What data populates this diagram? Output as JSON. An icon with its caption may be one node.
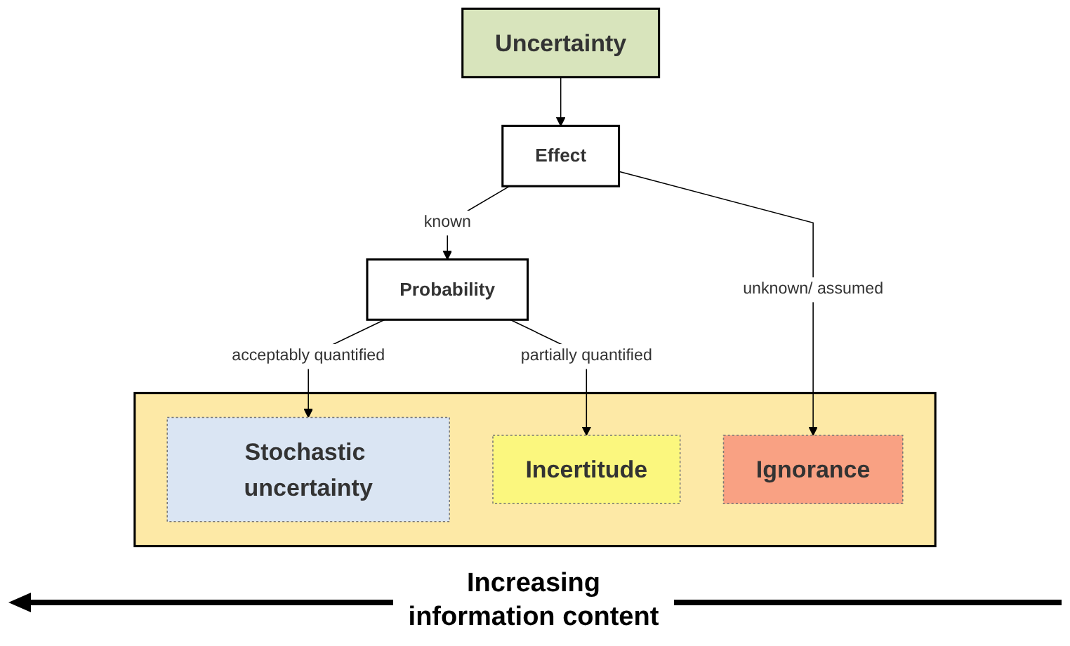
{
  "diagram": {
    "nodes": [
      {
        "text": [
          "Uncertainty"
        ]
      },
      {
        "text": [
          "Effect"
        ]
      },
      {
        "text": [
          "Probability"
        ]
      },
      {
        "text": [],
        "shape": "bar"
      },
      {
        "text": [
          "Stochastic uncertainty"
        ],
        "in": 3
      },
      {
        "text": [
          "Incertitude"
        ],
        "in": 3
      },
      {
        "text": [
          "Ignorance"
        ],
        "in": 3
      }
    ],
    "edges": [
      {
        "from": 0,
        "to": 1,
        "arrow": "to"
      },
      {
        "from": 1,
        "to": 2,
        "arrow": "to",
        "label": "known"
      },
      {
        "from": 1,
        "to": 6,
        "arrow": "to",
        "label": "unknown/ assumed"
      },
      {
        "from": 2,
        "to": 4,
        "arrow": "to",
        "label": "acceptably quantified"
      },
      {
        "from": 2,
        "to": 5,
        "arrow": "to",
        "label": "partially quantified"
      }
    ],
    "labels": [
      "Increasing information content"
    ]
  }
}
